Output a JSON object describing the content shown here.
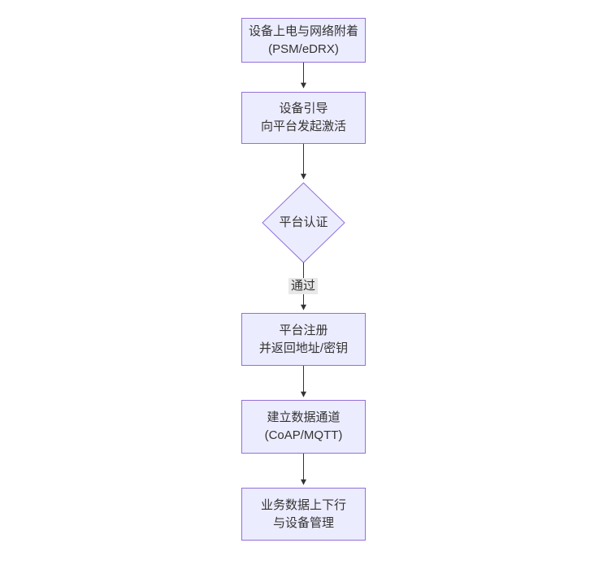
{
  "diagram": {
    "type": "flowchart",
    "direction": "top-down",
    "colors": {
      "node_fill": "#ECECFF",
      "node_border": "#9370DB",
      "text": "#333333",
      "arrow": "#333333",
      "edge_label_bg": "#e8e8e8",
      "background": "#ffffff"
    },
    "nodes": [
      {
        "id": "power-attach",
        "shape": "rect",
        "lines": [
          "设备上电与网络附着",
          "(PSM/eDRX)"
        ]
      },
      {
        "id": "bootstrap",
        "shape": "rect",
        "lines": [
          "设备引导",
          "向平台发起激活"
        ]
      },
      {
        "id": "auth",
        "shape": "diamond",
        "lines": [
          "平台认证"
        ]
      },
      {
        "id": "register",
        "shape": "rect",
        "lines": [
          "平台注册",
          "并返回地址/密钥"
        ]
      },
      {
        "id": "channel",
        "shape": "rect",
        "lines": [
          "建立数据通道",
          "(CoAP/MQTT)"
        ]
      },
      {
        "id": "business",
        "shape": "rect",
        "lines": [
          "业务数据上下行",
          "与设备管理"
        ]
      }
    ],
    "edges": [
      {
        "from": "power-attach",
        "to": "bootstrap",
        "label": ""
      },
      {
        "from": "bootstrap",
        "to": "auth",
        "label": ""
      },
      {
        "from": "auth",
        "to": "register",
        "label": "通过"
      },
      {
        "from": "register",
        "to": "channel",
        "label": ""
      },
      {
        "from": "channel",
        "to": "business",
        "label": ""
      }
    ]
  }
}
